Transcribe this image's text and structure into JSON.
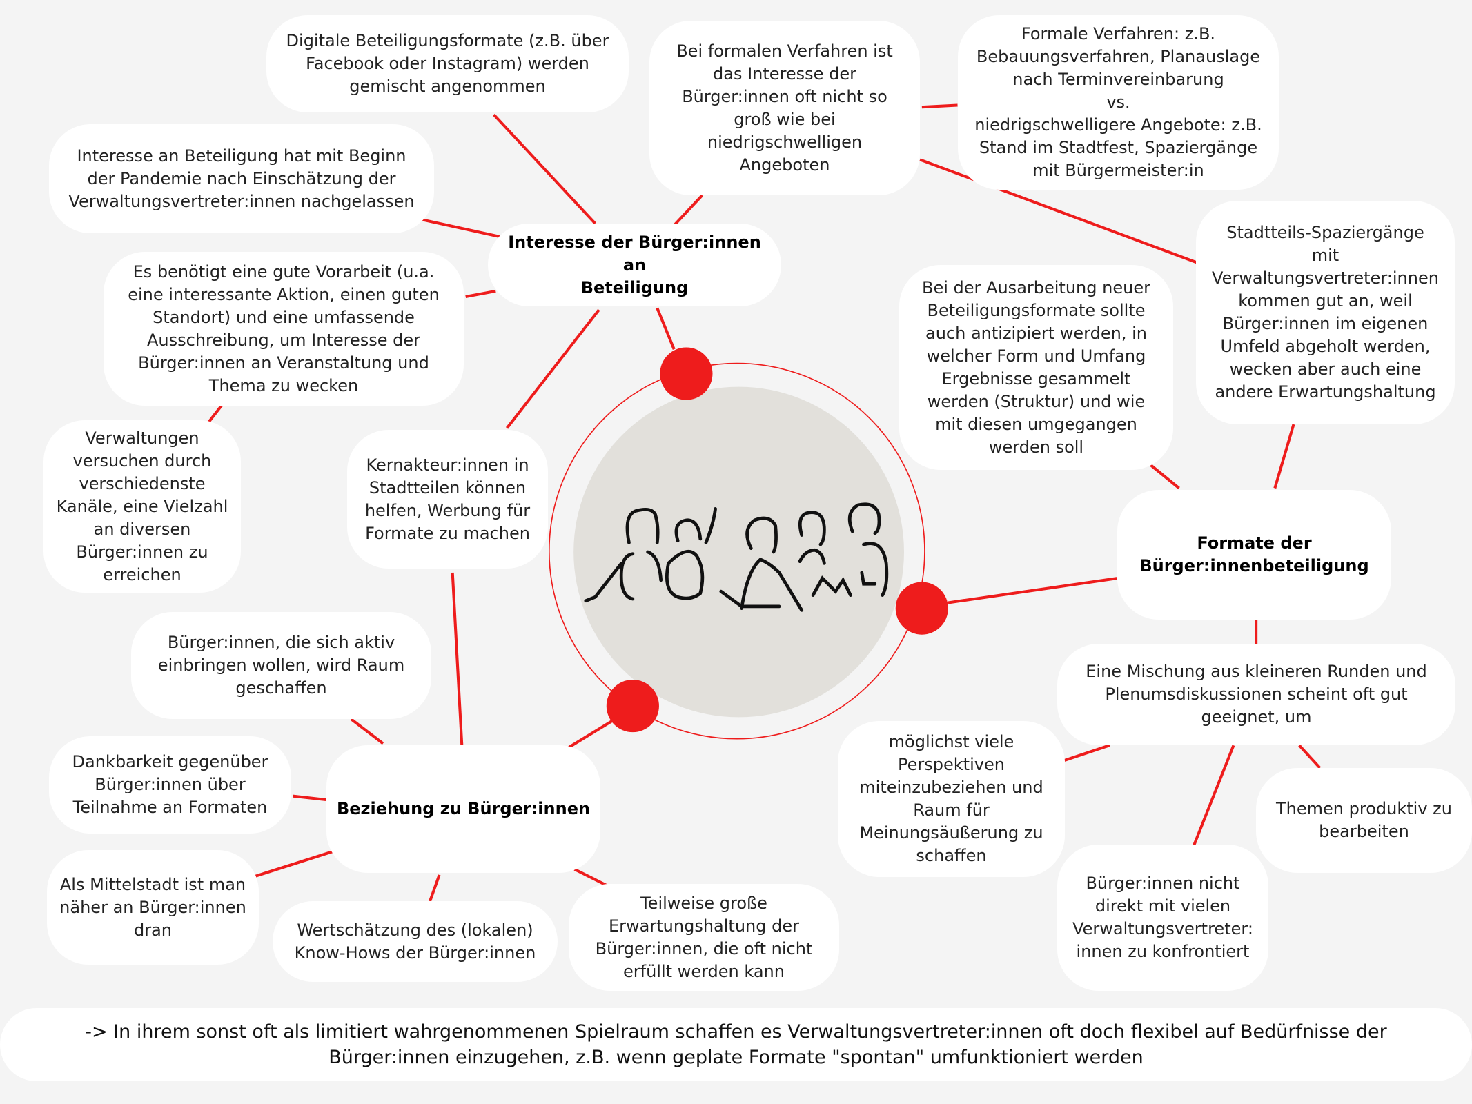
{
  "colors": {
    "accent": "#ee1c1c",
    "background": "#f4f4f4",
    "center_circle": "#e2e0db",
    "box": "#ffffff"
  },
  "center_image": "people-sitting-in-circle-illustration",
  "main_topics": {
    "interesse": "Interesse der Bürger:innen an\nBeteiligung",
    "formate": "Formate der\nBürger:innenbeteiligung",
    "beziehung": "Beziehung zu Bürger:innen"
  },
  "notes": {
    "digitale": "Digitale Beteiligungsformate (z.B. über\nFacebook oder Instagram) werden\ngemischt angenommen",
    "formale_verfahren_interesse": "Bei formalen Verfahren ist\ndas Interesse der\nBürger:innen oft nicht so\ngroß wie bei\nniedrigschwelligen\nAngeboten",
    "formale_vs": "Formale Verfahren: z.B.\nBebauungsverfahren, Planauslage\nnach Terminvereinbarung\nvs.\nniedrigschwelligere Angebote: z.B.\nStand im Stadtfest, Spaziergänge\nmit Bürgermeister:in",
    "pandemie": "Interesse an Beteiligung hat mit Beginn\nder Pandemie nach Einschätzung der\nVerwaltungsvertreter:innen nachgelassen",
    "vorarbeit": "Es benötigt eine gute Vorarbeit (u.a.\neine interessante Aktion, einen guten\nStandort) und eine umfassende\nAusschreibung, um Interesse der\nBürger:innen an Veranstaltung und\nThema zu wecken",
    "spaziergaenge": "Stadtteils-Spaziergänge\nmit\nVerwaltungsvertreter:innen\nkommen gut an, weil\nBürger:innen im eigenen\nUmfeld abgeholt werden,\nwecken aber auch eine\nandere Erwartungshaltung",
    "ausarbeitung": "Bei der Ausarbeitung neuer\nBeteiligungsformate sollte\nauch antizipiert werden, in\nwelcher Form und Umfang\nErgebnisse gesammelt\nwerden (Struktur) und wie\nmit diesen umgegangen\nwerden soll",
    "kanaele": "Verwaltungen\nversuchen durch\nverschiedenste\nKanäle, eine Vielzahl\nan diversen\nBürger:innen zu\nerreichen",
    "kernakteure": "Kernakteur:innen in\nStadtteilen können\nhelfen, Werbung für\nFormate zu machen",
    "raum": "Bürger:innen, die sich aktiv\neinbringen wollen, wird Raum\ngeschaffen",
    "mischung": "Eine Mischung aus kleineren Runden und\nPlenumsdiskussionen scheint oft gut\ngeeignet, um",
    "perspektiven": "möglichst viele\nPerspektiven\nmiteinzubeziehen und\nRaum für\nMeinungsäußerung zu\nschaffen",
    "dankbarkeit": "Dankbarkeit gegenüber\nBürger:innen über\nTeilnahme an Formaten",
    "themen": "Themen produktiv zu\nbearbeiten",
    "mittelstadt": "Als Mittelstadt ist man\nnäher an Bürger:innen\ndran",
    "wertschaetzung": "Wertschätzung des (lokalen)\nKnow-Hows der Bürger:innen",
    "erwartung": "Teilweise große\nErwartungshaltung der\nBürger:innen, die oft nicht\nerfüllt werden kann",
    "nicht_konfrontiert": "Bürger:innen nicht\ndirekt mit vielen\nVerwaltungsvertreter:\ninnen zu konfrontiert"
  },
  "conclusion": "-> In ihrem sonst oft als limitiert wahrgenommenen Spielraum schaffen es Verwaltungsvertreter:innen oft doch flexibel auf Bedürfnisse der\nBürger:innen einzugehen, z.B. wenn geplate Formate \"spontan\" umfunktioniert werden"
}
